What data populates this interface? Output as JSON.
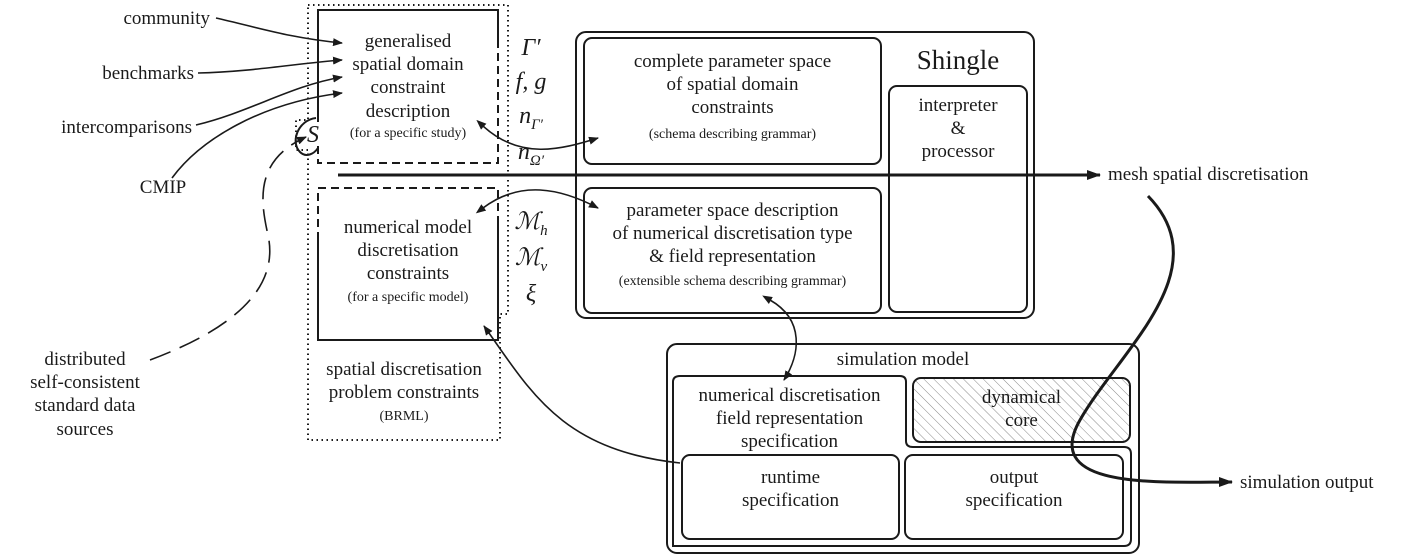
{
  "inputs": {
    "community": "community",
    "benchmarks": "benchmarks",
    "intercomparisons": "intercomparisons",
    "cmip": "CMIP",
    "sources": [
      "distributed",
      "self-consistent",
      "standard data",
      "sources"
    ]
  },
  "domain_box": {
    "lines": [
      "generalised",
      "spatial domain",
      "constraint",
      "description"
    ],
    "note": "(for a specific study)"
  },
  "symbols": {
    "gamma": "Γ′",
    "fg": "f, g",
    "n_gamma": "n",
    "n_gamma_sub": "Γ′",
    "n_omega": "n",
    "n_omega_sub": "Ω′",
    "s": "S",
    "m_h": "ℳ",
    "m_h_sub": "h",
    "m_v": "ℳ",
    "m_v_sub": "v",
    "xi": "ξ"
  },
  "model_box": {
    "lines": [
      "numerical model",
      "discretisation",
      "constraints"
    ],
    "note": "(for a specific model)"
  },
  "problem_label": {
    "lines": [
      "spatial discretisation",
      "problem constraints"
    ],
    "note": "(BRML)"
  },
  "shingle": {
    "title": "Shingle",
    "param_space": {
      "lines": [
        "complete parameter space",
        "of spatial domain",
        "constraints"
      ],
      "note": "(schema describing grammar)"
    },
    "param_desc": {
      "lines": [
        "parameter space description",
        "of numerical discretisation type",
        "& field representation"
      ],
      "note": "(extensible schema describing grammar)"
    },
    "interpreter": [
      "interpreter",
      "&",
      "processor"
    ]
  },
  "outputs": {
    "mesh": "mesh spatial discretisation",
    "simulation_output": "simulation output"
  },
  "simulation_model": {
    "title": "simulation model",
    "numerical": [
      "numerical discretisation",
      "field representation",
      "specification"
    ],
    "dynamical": [
      "dynamical",
      "core"
    ],
    "runtime": [
      "runtime",
      "specification"
    ],
    "output": [
      "output",
      "specification"
    ]
  }
}
